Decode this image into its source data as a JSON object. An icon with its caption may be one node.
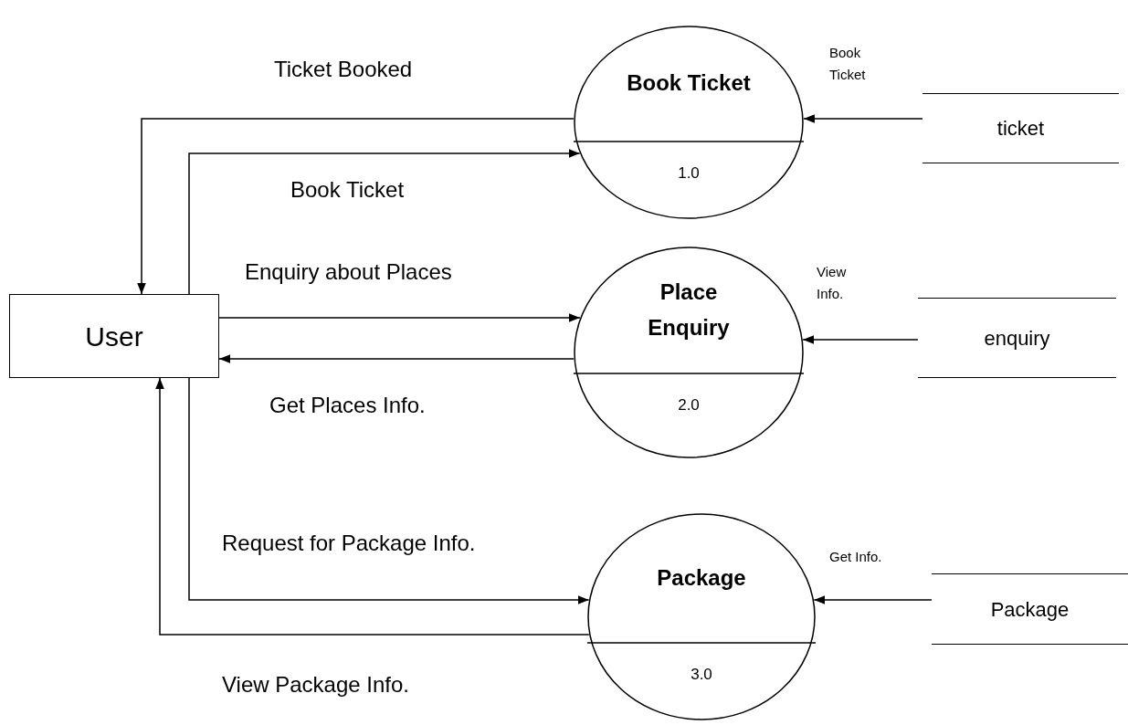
{
  "diagram": {
    "nodes": [
      {
        "text": [
          "User"
        ]
      },
      {
        "text": [
          "Book Ticket",
          "1.0"
        ]
      },
      {
        "text": [
          "Place Enquiry",
          "2.0"
        ]
      },
      {
        "text": [
          "Package",
          "3.0"
        ]
      },
      {
        "text": [
          "ticket"
        ]
      },
      {
        "text": [
          "enquiry"
        ]
      },
      {
        "text": [
          "Package"
        ]
      }
    ],
    "edges": [
      {
        "from": 1,
        "to": 0,
        "arrow": "to",
        "label": "Ticket Booked"
      },
      {
        "from": 0,
        "to": 1,
        "arrow": "to",
        "label": "Book Ticket"
      },
      {
        "from": 0,
        "to": 2,
        "arrow": "to",
        "label": "Enquiry about Places"
      },
      {
        "from": 2,
        "to": 0,
        "arrow": "to",
        "label": "Get Places Info."
      },
      {
        "from": 0,
        "to": 3,
        "arrow": "to",
        "label": "Request for Package Info."
      },
      {
        "from": 3,
        "to": 0,
        "arrow": "to",
        "label": "View Package Info."
      },
      {
        "from": 4,
        "to": 1,
        "arrow": "to",
        "label": "Book Ticket"
      },
      {
        "from": 5,
        "to": 2,
        "arrow": "to",
        "label": "View Info."
      },
      {
        "from": 6,
        "to": 3,
        "arrow": "to",
        "label": "Get Info."
      }
    ]
  }
}
